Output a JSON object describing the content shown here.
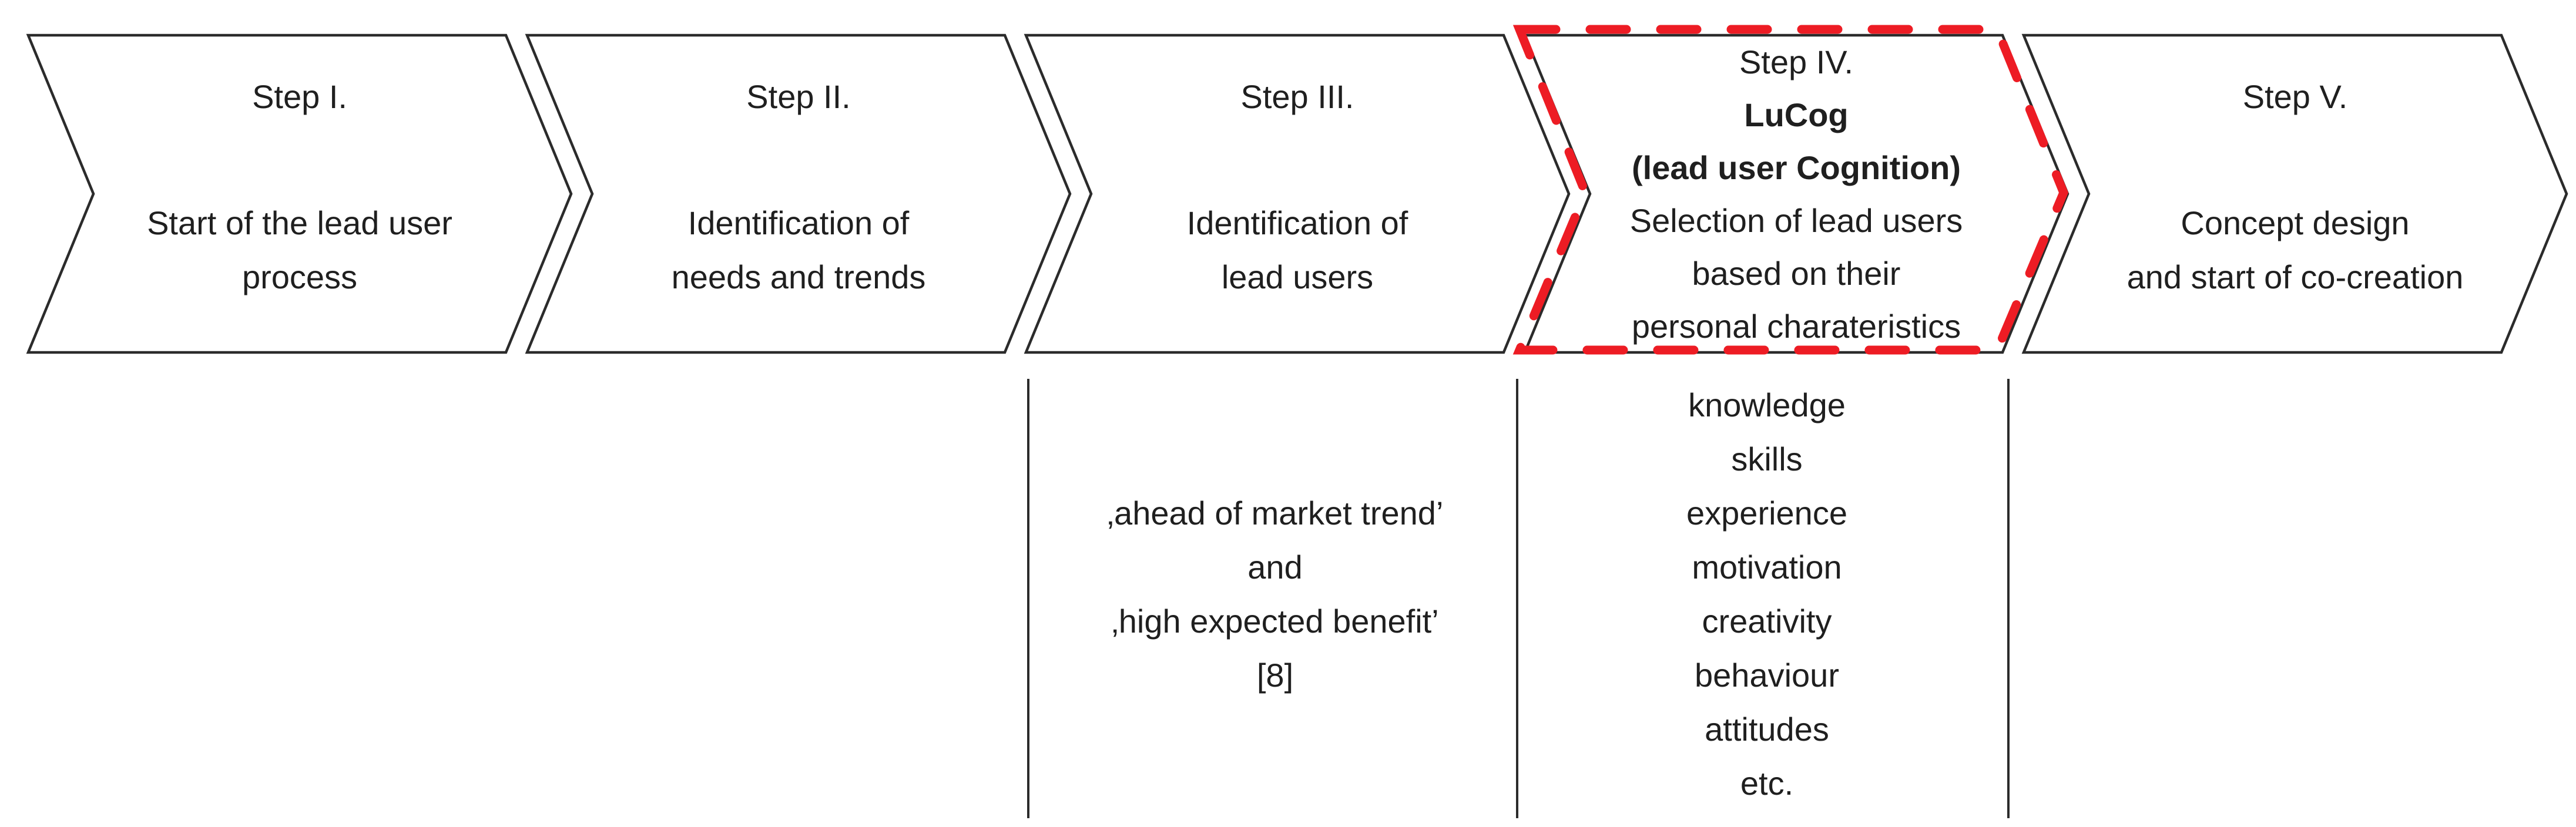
{
  "steps": [
    {
      "title": "Step I.",
      "body": [
        "Start of the lead user",
        "process"
      ]
    },
    {
      "title": "Step II.",
      "body": [
        "Identification of",
        "needs and trends"
      ]
    },
    {
      "title": "Step III.",
      "body": [
        "Identification of",
        "lead users"
      ]
    },
    {
      "title": "Step IV.",
      "bold_lines": [
        "LuCog",
        "(lead user Cognition)"
      ],
      "body": [
        "Selection of lead users",
        "based on their",
        "personal charateristics"
      ],
      "highlighted": true
    },
    {
      "title": "Step V.",
      "body": [
        "Concept design",
        "and start of co-creation"
      ]
    }
  ],
  "step3_note": {
    "lines": [
      "‚ahead of market trend’",
      "and",
      "‚high expected benefit’",
      "[8]"
    ]
  },
  "step4_traits": {
    "items": [
      "knowledge",
      "skills",
      "experience",
      "motivation",
      "creativity",
      "behaviour",
      "attitudes",
      "etc."
    ]
  },
  "colors": {
    "highlight_red": "#ed1c24",
    "outline_black": "#2b2b2b",
    "text_black": "#1f1f1f",
    "background": "#ffffff"
  }
}
